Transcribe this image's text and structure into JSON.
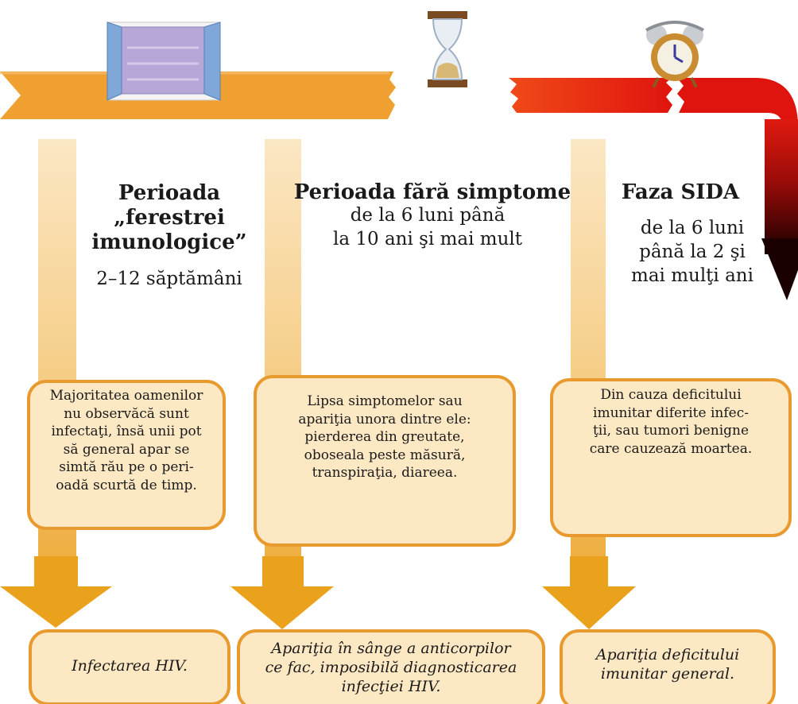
{
  "phases": [
    {
      "icon": "window-icon",
      "title": "Perioada „ferestrei imunologice”",
      "title_lines": [
        "Perioada",
        "„ferestrei",
        "imunologice”"
      ],
      "duration": "2–12 săptămâni",
      "description": "Majoritatea oamenilor nu observăcă sunt infectaţi, însă unii pot să general apar se simtă rău pe o perioadă scurtă de timp.",
      "description_lines": [
        "Majoritatea oamenilor",
        "nu observăcă sunt",
        "infectaţi, însă unii pot",
        "să general apar se",
        "simtă rău pe o peri-",
        "oadă scurtă de timp."
      ],
      "result": "Infectarea HIV."
    },
    {
      "icon": "hourglass-icon",
      "title": "Perioada fără simptome",
      "duration_lines": [
        "de la 6 luni până",
        "la 10 ani şi mai mult"
      ],
      "description_lines": [
        "Lipsa simptomelor sau",
        "apariţia unora dintre ele:",
        "pierderea din greutate,",
        "oboseala peste măsură,",
        "transpiraţia, diareea."
      ],
      "result_lines": [
        "Apariţia în sânge a anticorpilor",
        "ce fac, imposibilă diagnosticarea",
        "infecţiei HIV."
      ]
    },
    {
      "icon": "alarm-clock-icon",
      "title": "Faza SIDA",
      "duration_lines": [
        "de la 6 luni",
        "până la 2 şi",
        "mai mulţi ani"
      ],
      "description_lines": [
        "Din cauza deficitului",
        "imunitar diferite infec-",
        "ţii, sau tumori benigne",
        "care cauzează moartea."
      ],
      "result_lines": [
        "Apariţia deficitului",
        "imunitar general."
      ]
    }
  ],
  "colors": {
    "timeline_orange": "#f0a030",
    "timeline_red": "#e01010",
    "box_border": "#e89a2e",
    "box_fill": "#fde8c4",
    "arrow_gold": "#eaa21c"
  }
}
